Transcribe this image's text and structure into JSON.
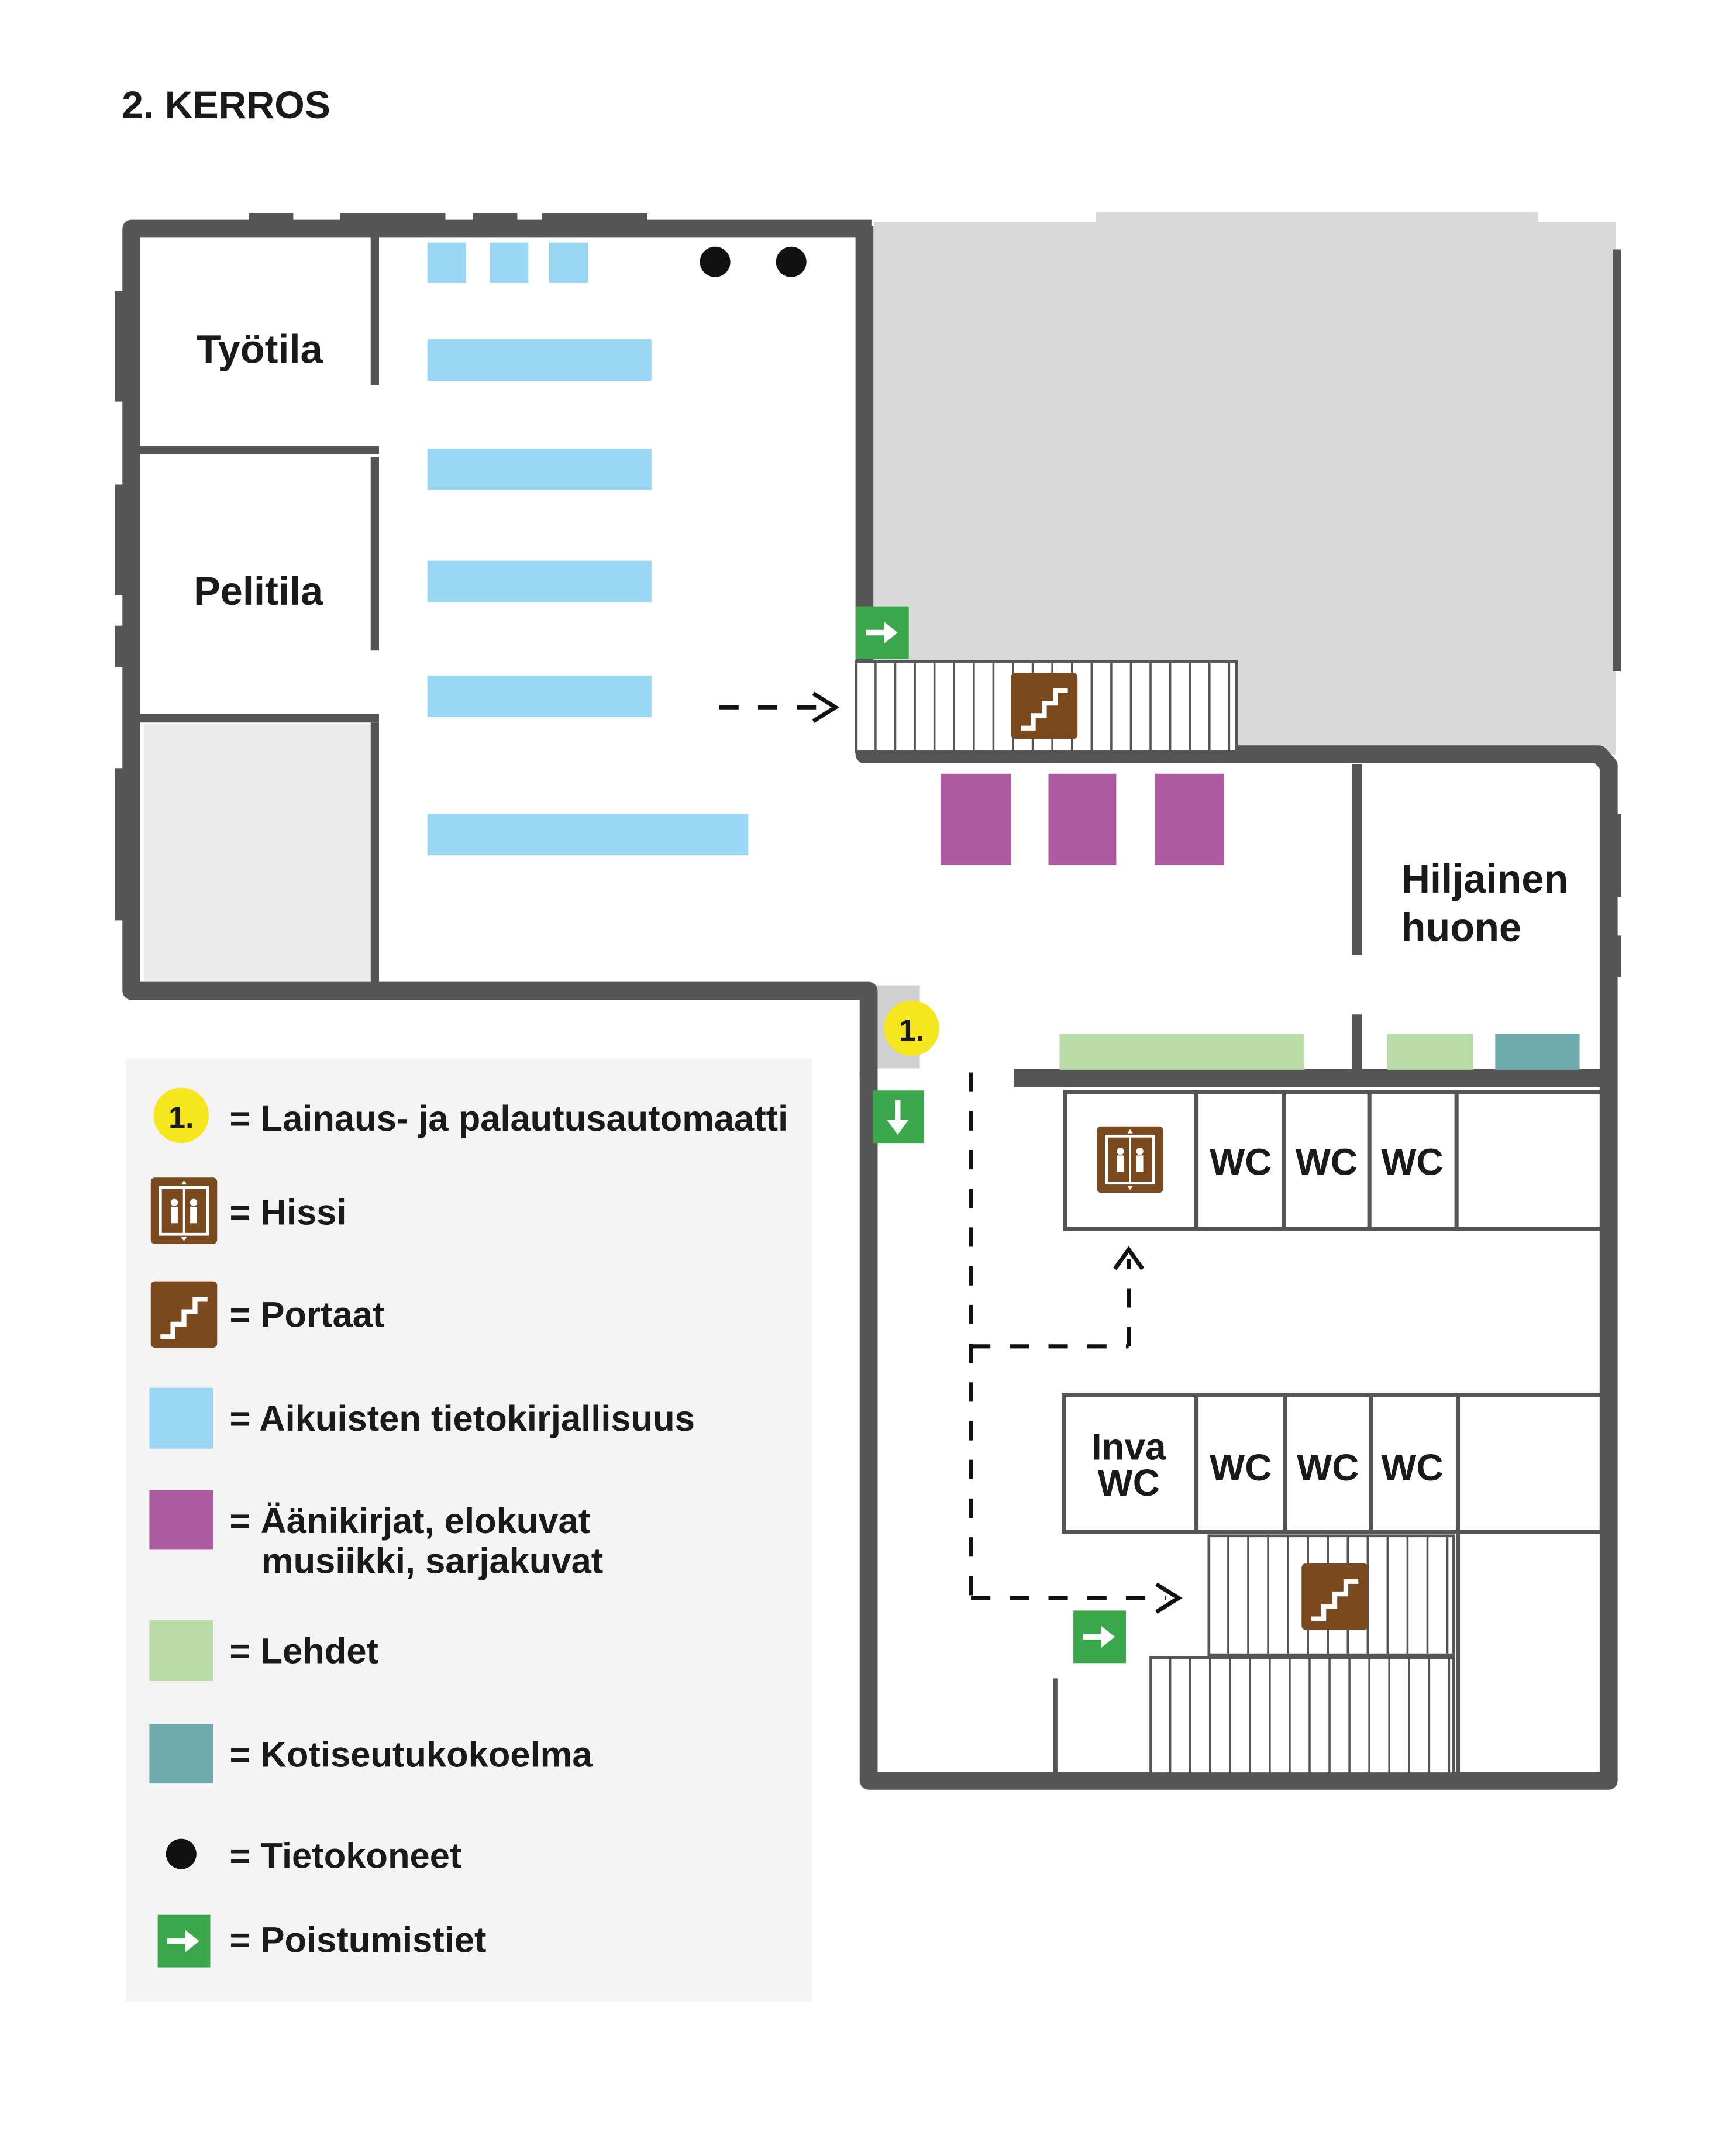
{
  "floor_title": "2. KERROS",
  "rooms": {
    "tyotila": "Työtila",
    "pelitila": "Pelitila",
    "hiljainen_line1": "Hiljainen",
    "hiljainen_line2": "huone",
    "inva_line1": "Inva",
    "inva_line2": "WC",
    "wc": "WC"
  },
  "marker_label": "1.",
  "legend": {
    "marker": "1.",
    "items": [
      {
        "label": "= Lainaus- ja palautusautomaatti"
      },
      {
        "label": "= Hissi"
      },
      {
        "label": "= Portaat"
      },
      {
        "label": "= Aikuisten tietokirjallisuus"
      },
      {
        "label": "= Äänikirjat, elokuvat",
        "label2": "musiikki, sarjakuvat"
      },
      {
        "label": "= Lehdet"
      },
      {
        "label": "= Kotiseutukokoelma"
      },
      {
        "label": "= Tietokoneet"
      },
      {
        "label": "= Poistumistiet"
      }
    ]
  },
  "colors": {
    "wall": "#555555",
    "adult_nonfiction": "#9ad7f5",
    "audiobooks_movies": "#ae5aa0",
    "magazines": "#b8dba8",
    "local_collection": "#6fabad",
    "exit_green": "#3aa84a",
    "stairs_brown": "#7a4a1e",
    "marker_yellow": "#f5e61e",
    "inaccessible_gray": "#d9d9d9",
    "legend_bg": "#f4f4f4"
  },
  "icons": {
    "elevator": "elevator-icon",
    "stairs": "stairs-icon",
    "exit": "exit-arrow-icon",
    "computer": "computer-dot-icon"
  }
}
